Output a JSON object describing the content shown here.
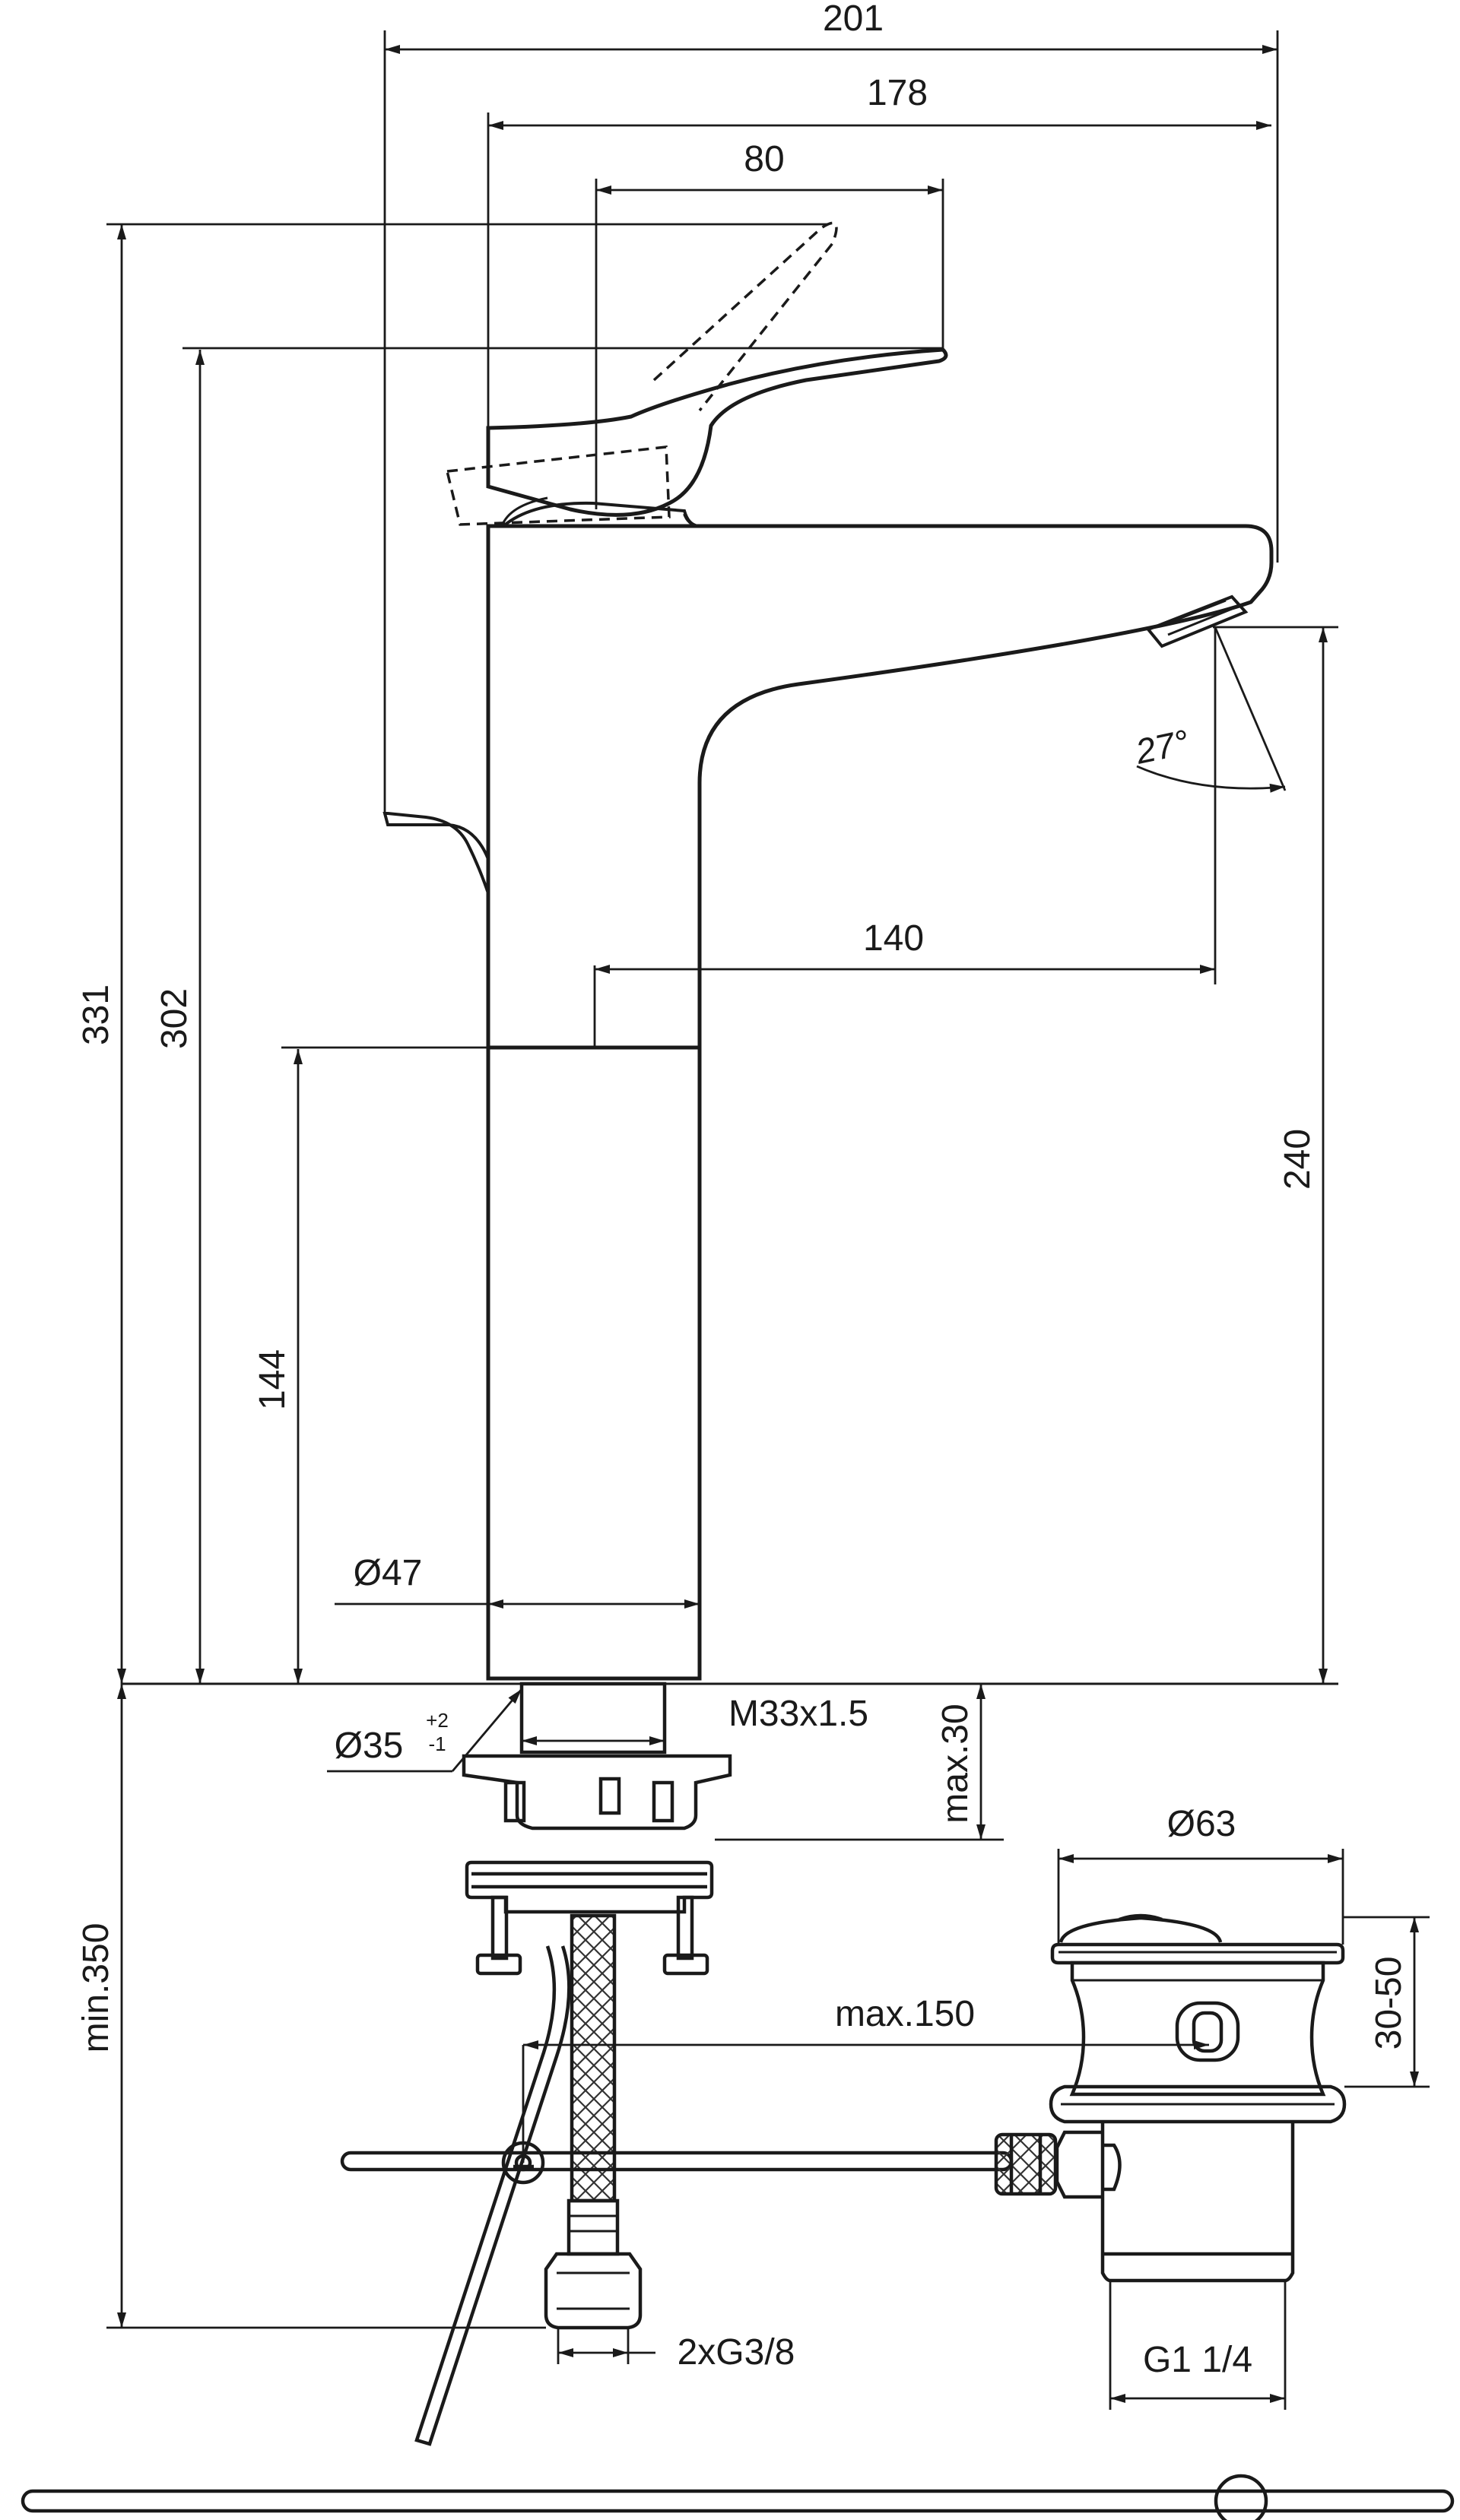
{
  "colors": {
    "line": "#1a1a1a",
    "background": "#ffffff",
    "hatch": "#333333"
  },
  "dimensions": {
    "width_201": "201",
    "width_178": "178",
    "width_80": "80",
    "height_331": "331",
    "height_302": "302",
    "height_144": "144",
    "spout_reach_140": "140",
    "spout_height_240": "240",
    "angle_27": "27°",
    "body_diameter": "Ø47",
    "hole_diameter": "Ø35",
    "hole_tol_plus": "+2",
    "hole_tol_minus": "-1",
    "thread": "M33x1.5",
    "max_30": "max.30",
    "min_350": "min.350",
    "waste_diameter": "Ø63",
    "waste_range": "30-50",
    "max_150": "max.150",
    "connection": "2xG3/8",
    "waste_thread": "G1 1/4"
  }
}
